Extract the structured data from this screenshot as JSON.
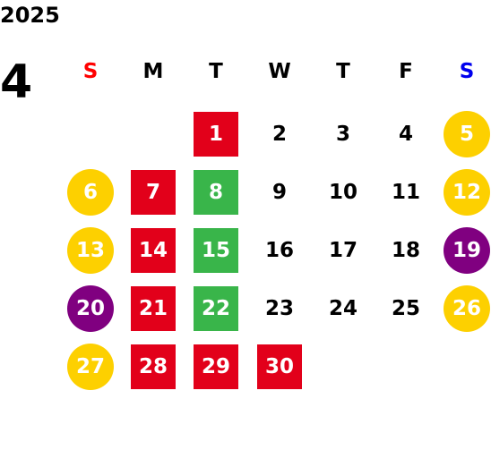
{
  "calendar": {
    "year": "2025",
    "month": "4",
    "weekday_headers": [
      {
        "label": "S",
        "color": "#ff0000"
      },
      {
        "label": "M",
        "color": "#000000"
      },
      {
        "label": "T",
        "color": "#000000"
      },
      {
        "label": "W",
        "color": "#000000"
      },
      {
        "label": "T",
        "color": "#000000"
      },
      {
        "label": "F",
        "color": "#000000"
      },
      {
        "label": "S",
        "color": "#0000ee"
      }
    ],
    "colors": {
      "red": "#e2001a",
      "green": "#39b54a",
      "yellow": "#fdd000",
      "purple": "#800080",
      "text_on_mark": "#ffffff",
      "text_plain": "#000000"
    },
    "weeks": [
      [
        null,
        null,
        {
          "day": "1",
          "mark": "red-square"
        },
        {
          "day": "2",
          "mark": "none"
        },
        {
          "day": "3",
          "mark": "none"
        },
        {
          "day": "4",
          "mark": "none"
        },
        {
          "day": "5",
          "mark": "yellow-circle"
        }
      ],
      [
        {
          "day": "6",
          "mark": "yellow-circle"
        },
        {
          "day": "7",
          "mark": "red-square"
        },
        {
          "day": "8",
          "mark": "green-square"
        },
        {
          "day": "9",
          "mark": "none"
        },
        {
          "day": "10",
          "mark": "none"
        },
        {
          "day": "11",
          "mark": "none"
        },
        {
          "day": "12",
          "mark": "yellow-circle"
        }
      ],
      [
        {
          "day": "13",
          "mark": "yellow-circle"
        },
        {
          "day": "14",
          "mark": "red-square"
        },
        {
          "day": "15",
          "mark": "green-square"
        },
        {
          "day": "16",
          "mark": "none"
        },
        {
          "day": "17",
          "mark": "none"
        },
        {
          "day": "18",
          "mark": "none"
        },
        {
          "day": "19",
          "mark": "purple-circle"
        }
      ],
      [
        {
          "day": "20",
          "mark": "purple-circle"
        },
        {
          "day": "21",
          "mark": "red-square"
        },
        {
          "day": "22",
          "mark": "green-square"
        },
        {
          "day": "23",
          "mark": "none"
        },
        {
          "day": "24",
          "mark": "none"
        },
        {
          "day": "25",
          "mark": "none"
        },
        {
          "day": "26",
          "mark": "yellow-circle"
        }
      ],
      [
        {
          "day": "27",
          "mark": "yellow-circle"
        },
        {
          "day": "28",
          "mark": "red-square"
        },
        {
          "day": "29",
          "mark": "red-square"
        },
        {
          "day": "30",
          "mark": "red-square"
        },
        null,
        null,
        null
      ]
    ]
  }
}
